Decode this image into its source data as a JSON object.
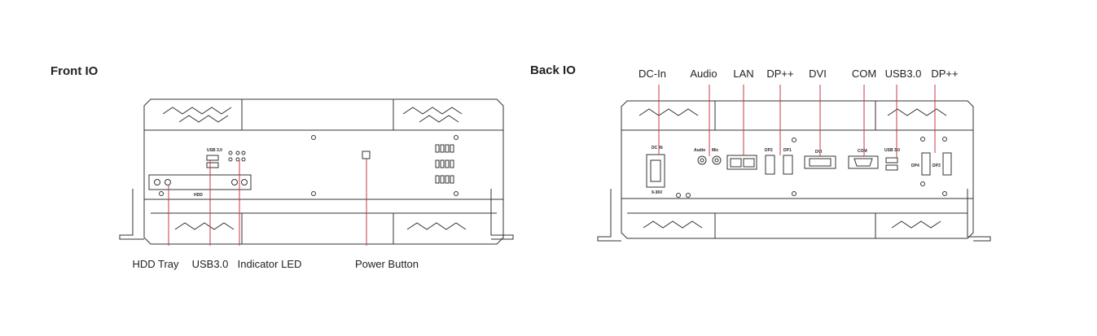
{
  "front": {
    "title": "Front IO",
    "panel_text": {
      "usb": "USB 3.0",
      "hdd": "HDD"
    },
    "callouts": {
      "hdd_tray": "HDD Tray",
      "usb": "USB3.0",
      "led": "Indicator LED",
      "power": "Power Button"
    }
  },
  "back": {
    "title": "Back IO",
    "panel_text": {
      "dc_in": "DC IN",
      "voltage": "9-36V",
      "audio": "Audio",
      "mic": "Mic",
      "dp2": "DP2",
      "dp1": "DP1",
      "dvi": "DVI",
      "com": "COM",
      "usb": "USB 3.0",
      "dp4": "DP4",
      "dp3": "DP3"
    },
    "callouts": {
      "dc_in": "DC-In",
      "audio": "Audio",
      "lan": "LAN",
      "dp_left": "DP++",
      "dvi": "DVI",
      "com": "COM",
      "usb": "USB3.0",
      "dp_right": "DP++"
    }
  },
  "colors": {
    "callout_line": "#c8374a",
    "outline": "#333333"
  }
}
